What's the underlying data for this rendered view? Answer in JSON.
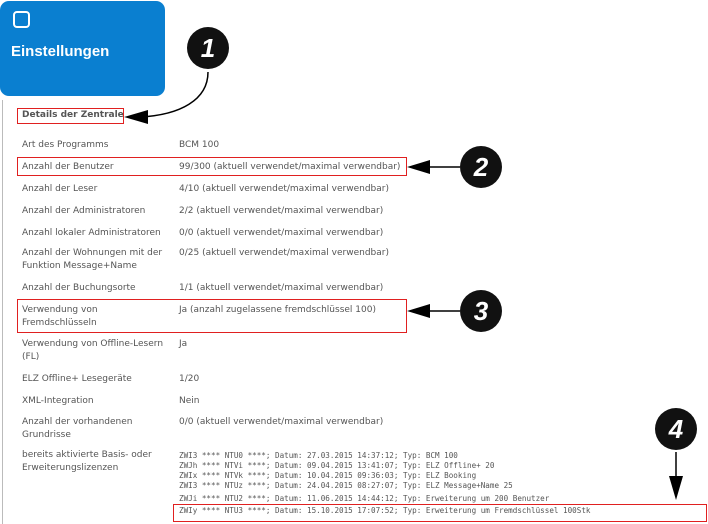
{
  "tile": {
    "title": "Einstellungen",
    "icon": "square-icon"
  },
  "section_title": "Details der Zentrale",
  "rows": [
    {
      "label": "Art des Programms",
      "value": "BCM 100"
    },
    {
      "label": "Anzahl der Benutzer",
      "value": "99/300 (aktuell verwendet/maximal verwendbar)"
    },
    {
      "label": "Anzahl der Leser",
      "value": "4/10 (aktuell verwendet/maximal verwendbar)"
    },
    {
      "label": "Anzahl der Administratoren",
      "value": "2/2 (aktuell verwendet/maximal verwendbar)"
    },
    {
      "label": "Anzahl lokaler Administratoren",
      "value": "0/0 (aktuell verwendet/maximal verwendbar)"
    },
    {
      "label": "Anzahl der Wohnungen mit der Funktion Message+Name",
      "value": "0/25 (aktuell verwendet/maximal verwendbar)"
    },
    {
      "label": "Anzahl der Buchungsorte",
      "value": "1/1 (aktuell verwendet/maximal verwendbar)"
    },
    {
      "label": "Verwendung von Fremdschlüsseln",
      "value": "Ja (anzahl zugelassene fremdschlüssel 100)"
    },
    {
      "label": "Verwendung von Offline-Lesern (FL)",
      "value": "Ja"
    },
    {
      "label": "ELZ Offline+ Lesegeräte",
      "value": "1/20"
    },
    {
      "label": "XML-Integration",
      "value": "Nein"
    },
    {
      "label": "Anzahl der vorhandenen Grundrisse",
      "value": "0/0 (aktuell verwendet/maximal verwendbar)"
    },
    {
      "label": "bereits aktivierte Basis- oder Erweiterungslizenzen"
    }
  ],
  "licenses": [
    "ZWI3 **** NTU0 ****; Datum: 27.03.2015 14:37:12; Typ: BCM 100",
    "ZWJh **** NTVi ****; Datum: 09.04.2015 13:41:07; Typ: ELZ Offline+ 20",
    "ZWIx **** NTVk ****; Datum: 10.04.2015 09:36:03; Typ: ELZ Booking",
    "ZWI3 **** NTUz ****; Datum: 24.04.2015 08:27:07; Typ: ELZ Message+Name 25",
    "ZWJi **** NTU2 ****; Datum: 11.06.2015 14:44:12; Typ: Erweiterung um 200 Benutzer",
    "ZWIy **** NTU3 ****; Datum: 15.10.2015 17:07:52; Typ: Erweiterung um Fremdschlüssel 100Stk"
  ],
  "callouts": [
    "1",
    "2",
    "3",
    "4"
  ],
  "colors": {
    "tile": "#0a7fd0",
    "highlight": "#e02020"
  }
}
